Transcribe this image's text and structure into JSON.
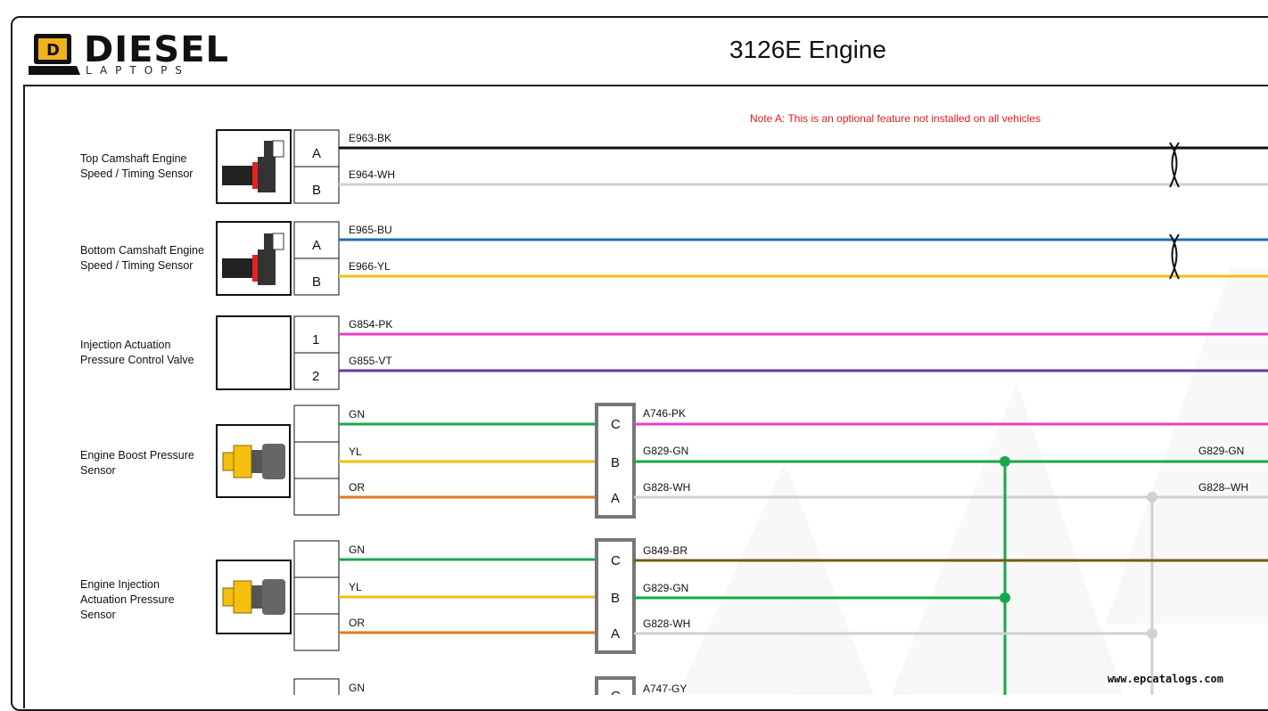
{
  "header": {
    "logo_word": "DIESEL",
    "logo_sub": "LAPTOPS",
    "title": "3126E Engine"
  },
  "note": "Note A: This is an optional feature not installed on all vehicles",
  "components": [
    {
      "label": "Top Camshaft Engine Speed / Timing Sensor",
      "pins": [
        "A",
        "B"
      ],
      "wires": [
        "E963-BK",
        "E964-WH"
      ]
    },
    {
      "label": "Bottom Camshaft Engine Speed / Timing Sensor",
      "pins": [
        "A",
        "B"
      ],
      "wires": [
        "E965-BU",
        "E966-YL"
      ]
    },
    {
      "label": "Injection Actuation Pressure Control Valve",
      "pins": [
        "1",
        "2"
      ],
      "wires": [
        "G854-PK",
        "G855-VT"
      ]
    },
    {
      "label": "Engine Boost Pressure Sensor",
      "wires": [
        "GN",
        "YL",
        "OR"
      ]
    },
    {
      "label": "Engine Injection Actuation Pressure Sensor",
      "wires": [
        "GN",
        "YL",
        "OR"
      ]
    }
  ],
  "connectors": [
    {
      "pins": [
        "C",
        "B",
        "A"
      ],
      "wires": [
        "A746-PK",
        "G829-GN",
        "G828-WH"
      ],
      "right_labels": [
        "G829-GN",
        "G828–WH"
      ]
    },
    {
      "pins": [
        "C",
        "B",
        "A"
      ],
      "wires": [
        "G849-BR",
        "G829-GN",
        "G828-WH"
      ]
    },
    {
      "pins": [
        "C"
      ],
      "wires": [
        "A747-GY"
      ],
      "left_wire": "GN"
    }
  ],
  "colors": {
    "BK": "#111111",
    "WH": "#d0d0d0",
    "BU": "#1f6fb2",
    "YL": "#f5bf10",
    "PK": "#e83fc4",
    "VT": "#6a36a0",
    "GN": "#17a84a",
    "OR": "#e07a1a",
    "BR": "#7a5a10",
    "GY": "#9a9a9a"
  },
  "watermark": "www.epcatalogs.com"
}
